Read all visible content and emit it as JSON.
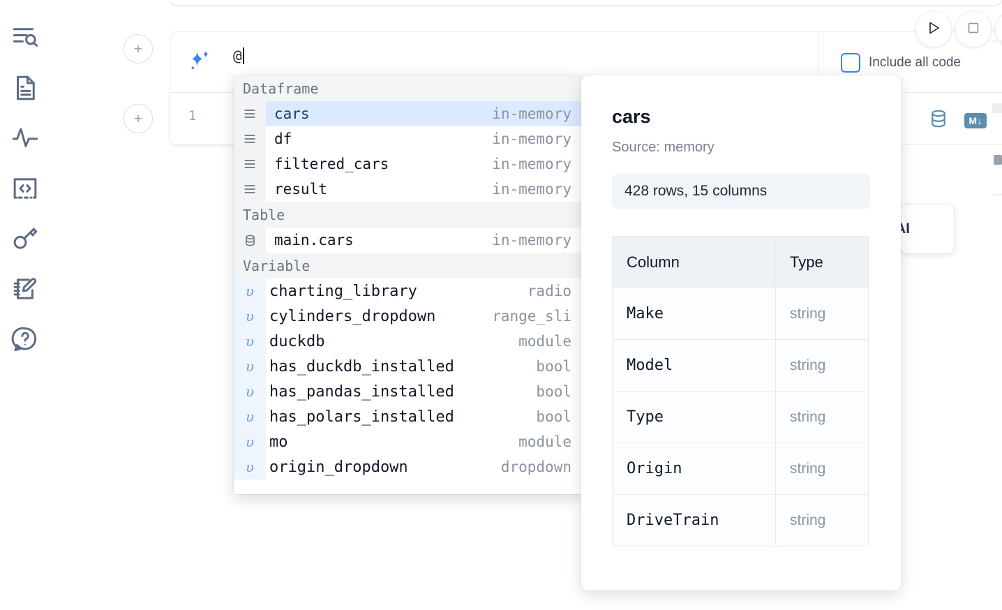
{
  "sidebar": {
    "items": [
      {
        "icon": "explore-search-icon",
        "name": "sidebar-item-explore"
      },
      {
        "icon": "document-icon",
        "name": "sidebar-item-notebook"
      },
      {
        "icon": "activity-pulse-icon",
        "name": "sidebar-item-activity"
      },
      {
        "icon": "code-brackets-icon",
        "name": "sidebar-item-snippets"
      },
      {
        "icon": "key-icon",
        "name": "sidebar-item-secrets"
      },
      {
        "icon": "notebook-pen-icon",
        "name": "sidebar-item-scratchpad"
      },
      {
        "icon": "help-question-icon",
        "name": "sidebar-item-help"
      }
    ]
  },
  "toolbar": {
    "run_icon": "play-icon",
    "stop_icon": "stop-square-icon",
    "more_icon": "more-circle-icon",
    "include_all_code_label": "Include all code",
    "include_all_code_checked": false
  },
  "ai_prompt": {
    "sparkle_icon": "ai-sparkle-icon",
    "value": "@",
    "add_cell_label": "+"
  },
  "code_cell": {
    "line_number": "1",
    "database_icon": "database-icon",
    "markdown_badge": "M↓"
  },
  "ai_card": {
    "label": "AI"
  },
  "autocomplete": {
    "groups": [
      {
        "label": "Dataframe",
        "icon": "dataframe-lines-icon",
        "items": [
          {
            "name": "cars",
            "type": "in-memory",
            "selected": true
          },
          {
            "name": "df",
            "type": "in-memory",
            "selected": false
          },
          {
            "name": "filtered_cars",
            "type": "in-memory",
            "selected": false
          },
          {
            "name": "result",
            "type": "in-memory",
            "selected": false
          }
        ]
      },
      {
        "label": "Table",
        "icon": "database-icon",
        "items": [
          {
            "name": "main.cars",
            "type": "in-memory",
            "selected": false
          }
        ]
      },
      {
        "label": "Variable",
        "icon": "variable-upsilon-icon",
        "items": [
          {
            "name": "charting_library",
            "type": "radio",
            "selected": false
          },
          {
            "name": "cylinders_dropdown",
            "type": "range_sli",
            "selected": false
          },
          {
            "name": "duckdb",
            "type": "module",
            "selected": false
          },
          {
            "name": "has_duckdb_installed",
            "type": "bool",
            "selected": false
          },
          {
            "name": "has_pandas_installed",
            "type": "bool",
            "selected": false
          },
          {
            "name": "has_polars_installed",
            "type": "bool",
            "selected": false
          },
          {
            "name": "mo",
            "type": "module",
            "selected": false
          },
          {
            "name": "origin_dropdown",
            "type": "dropdown",
            "selected": false
          }
        ]
      }
    ]
  },
  "preview": {
    "title": "cars",
    "source": "Source: memory",
    "shape": "428 rows, 15 columns",
    "columns_header": "Column",
    "type_header": "Type",
    "rows": [
      {
        "column": "Make",
        "type": "string"
      },
      {
        "column": "Model",
        "type": "string"
      },
      {
        "column": "Type",
        "type": "string"
      },
      {
        "column": "Origin",
        "type": "string"
      },
      {
        "column": "DriveTrain",
        "type": "string"
      }
    ]
  },
  "colors": {
    "accent_blue": "#3b82f6",
    "selection_blue": "#dbeafe",
    "icon_gray": "#5d6b84",
    "db_icon_blue": "#5b8db0"
  }
}
